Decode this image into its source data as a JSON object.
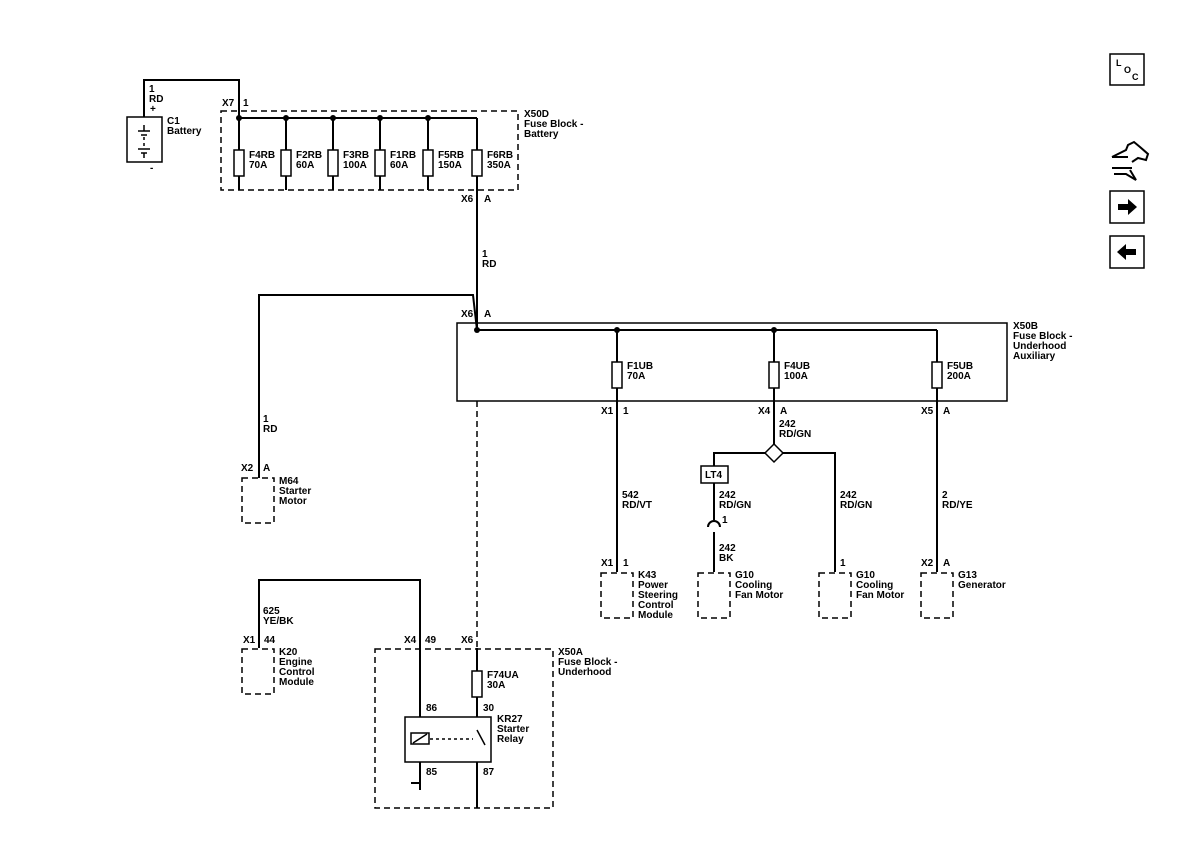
{
  "battery": {
    "ref": "C1",
    "name": "Battery",
    "pos": "+",
    "neg": "-",
    "wire_circuit": "1",
    "wire_color": "RD"
  },
  "x50d": {
    "ref": "X50D",
    "name_line1": "Fuse Block -",
    "name_line2": "Battery",
    "conn_top": "X7",
    "pin_top": "1",
    "conn_bottom": "X6",
    "pin_bottom": "A",
    "fuses": [
      {
        "name": "F4RB",
        "rating": "70A"
      },
      {
        "name": "F2RB",
        "rating": "60A"
      },
      {
        "name": "F3RB",
        "rating": "100A"
      },
      {
        "name": "F1RB",
        "rating": "60A"
      },
      {
        "name": "F5RB",
        "rating": "150A"
      },
      {
        "name": "F6RB",
        "rating": "350A"
      }
    ]
  },
  "wire_main": {
    "circuit": "1",
    "color": "RD"
  },
  "x50b": {
    "ref": "X50B",
    "name_line1": "Fuse Block -",
    "name_line2": "Underhood",
    "name_line3": "Auxiliary",
    "conn_in": "X6",
    "pin_in": "A",
    "fuses": [
      {
        "name": "F1UB",
        "rating": "70A",
        "conn": "X1",
        "pin": "1"
      },
      {
        "name": "F4UB",
        "rating": "100A",
        "conn": "X4",
        "pin": "A"
      },
      {
        "name": "F5UB",
        "rating": "200A",
        "conn": "X5",
        "pin": "A"
      }
    ]
  },
  "m64": {
    "ref": "M64",
    "name_line1": "Starter",
    "name_line2": "Motor",
    "conn": "X2",
    "pin": "A",
    "wire_circuit": "1",
    "wire_color": "RD"
  },
  "k43": {
    "ref": "K43",
    "name_line1": "Power",
    "name_line2": "Steering",
    "name_line3": "Control",
    "name_line4": "Module",
    "conn": "X1",
    "pin": "1",
    "wire_circuit": "542",
    "wire_color": "RD/VT"
  },
  "splice": {
    "wire_circuit": "242",
    "wire_color": "RD/GN"
  },
  "lt4": {
    "label": "LT4",
    "pin": "1",
    "wire_circuit": "242",
    "wire_color": "RD/GN"
  },
  "g10_left": {
    "ref": "G10",
    "name_line1": "Cooling",
    "name_line2": "Fan Motor",
    "wire_circuit": "242",
    "wire_color": "BK"
  },
  "g10_right": {
    "ref": "G10",
    "name_line1": "Cooling",
    "name_line2": "Fan Motor",
    "pin": "1",
    "wire_circuit": "242",
    "wire_color": "RD/GN"
  },
  "g13": {
    "ref": "G13",
    "name_line1": "Generator",
    "conn": "X2",
    "pin": "A",
    "wire_circuit": "2",
    "wire_color": "RD/YE"
  },
  "k20": {
    "ref": "K20",
    "name_line1": "Engine",
    "name_line2": "Control",
    "name_line3": "Module",
    "conn": "X1",
    "pin": "44",
    "wire_circuit": "625",
    "wire_color": "YE/BK"
  },
  "x50a": {
    "ref": "X50A",
    "name_line1": "Fuse Block -",
    "name_line2": "Underhood",
    "conn_left": "X4",
    "pin_left": "49",
    "conn_right": "X6",
    "fuse_name": "F74UA",
    "fuse_rating": "30A"
  },
  "kr27": {
    "ref": "KR27",
    "name_line1": "Starter",
    "name_line2": "Relay",
    "pin_86": "86",
    "pin_30": "30",
    "pin_85": "85",
    "pin_87": "87"
  },
  "nav": {
    "loc_l": "L",
    "loc_o": "O",
    "loc_c": "C"
  }
}
